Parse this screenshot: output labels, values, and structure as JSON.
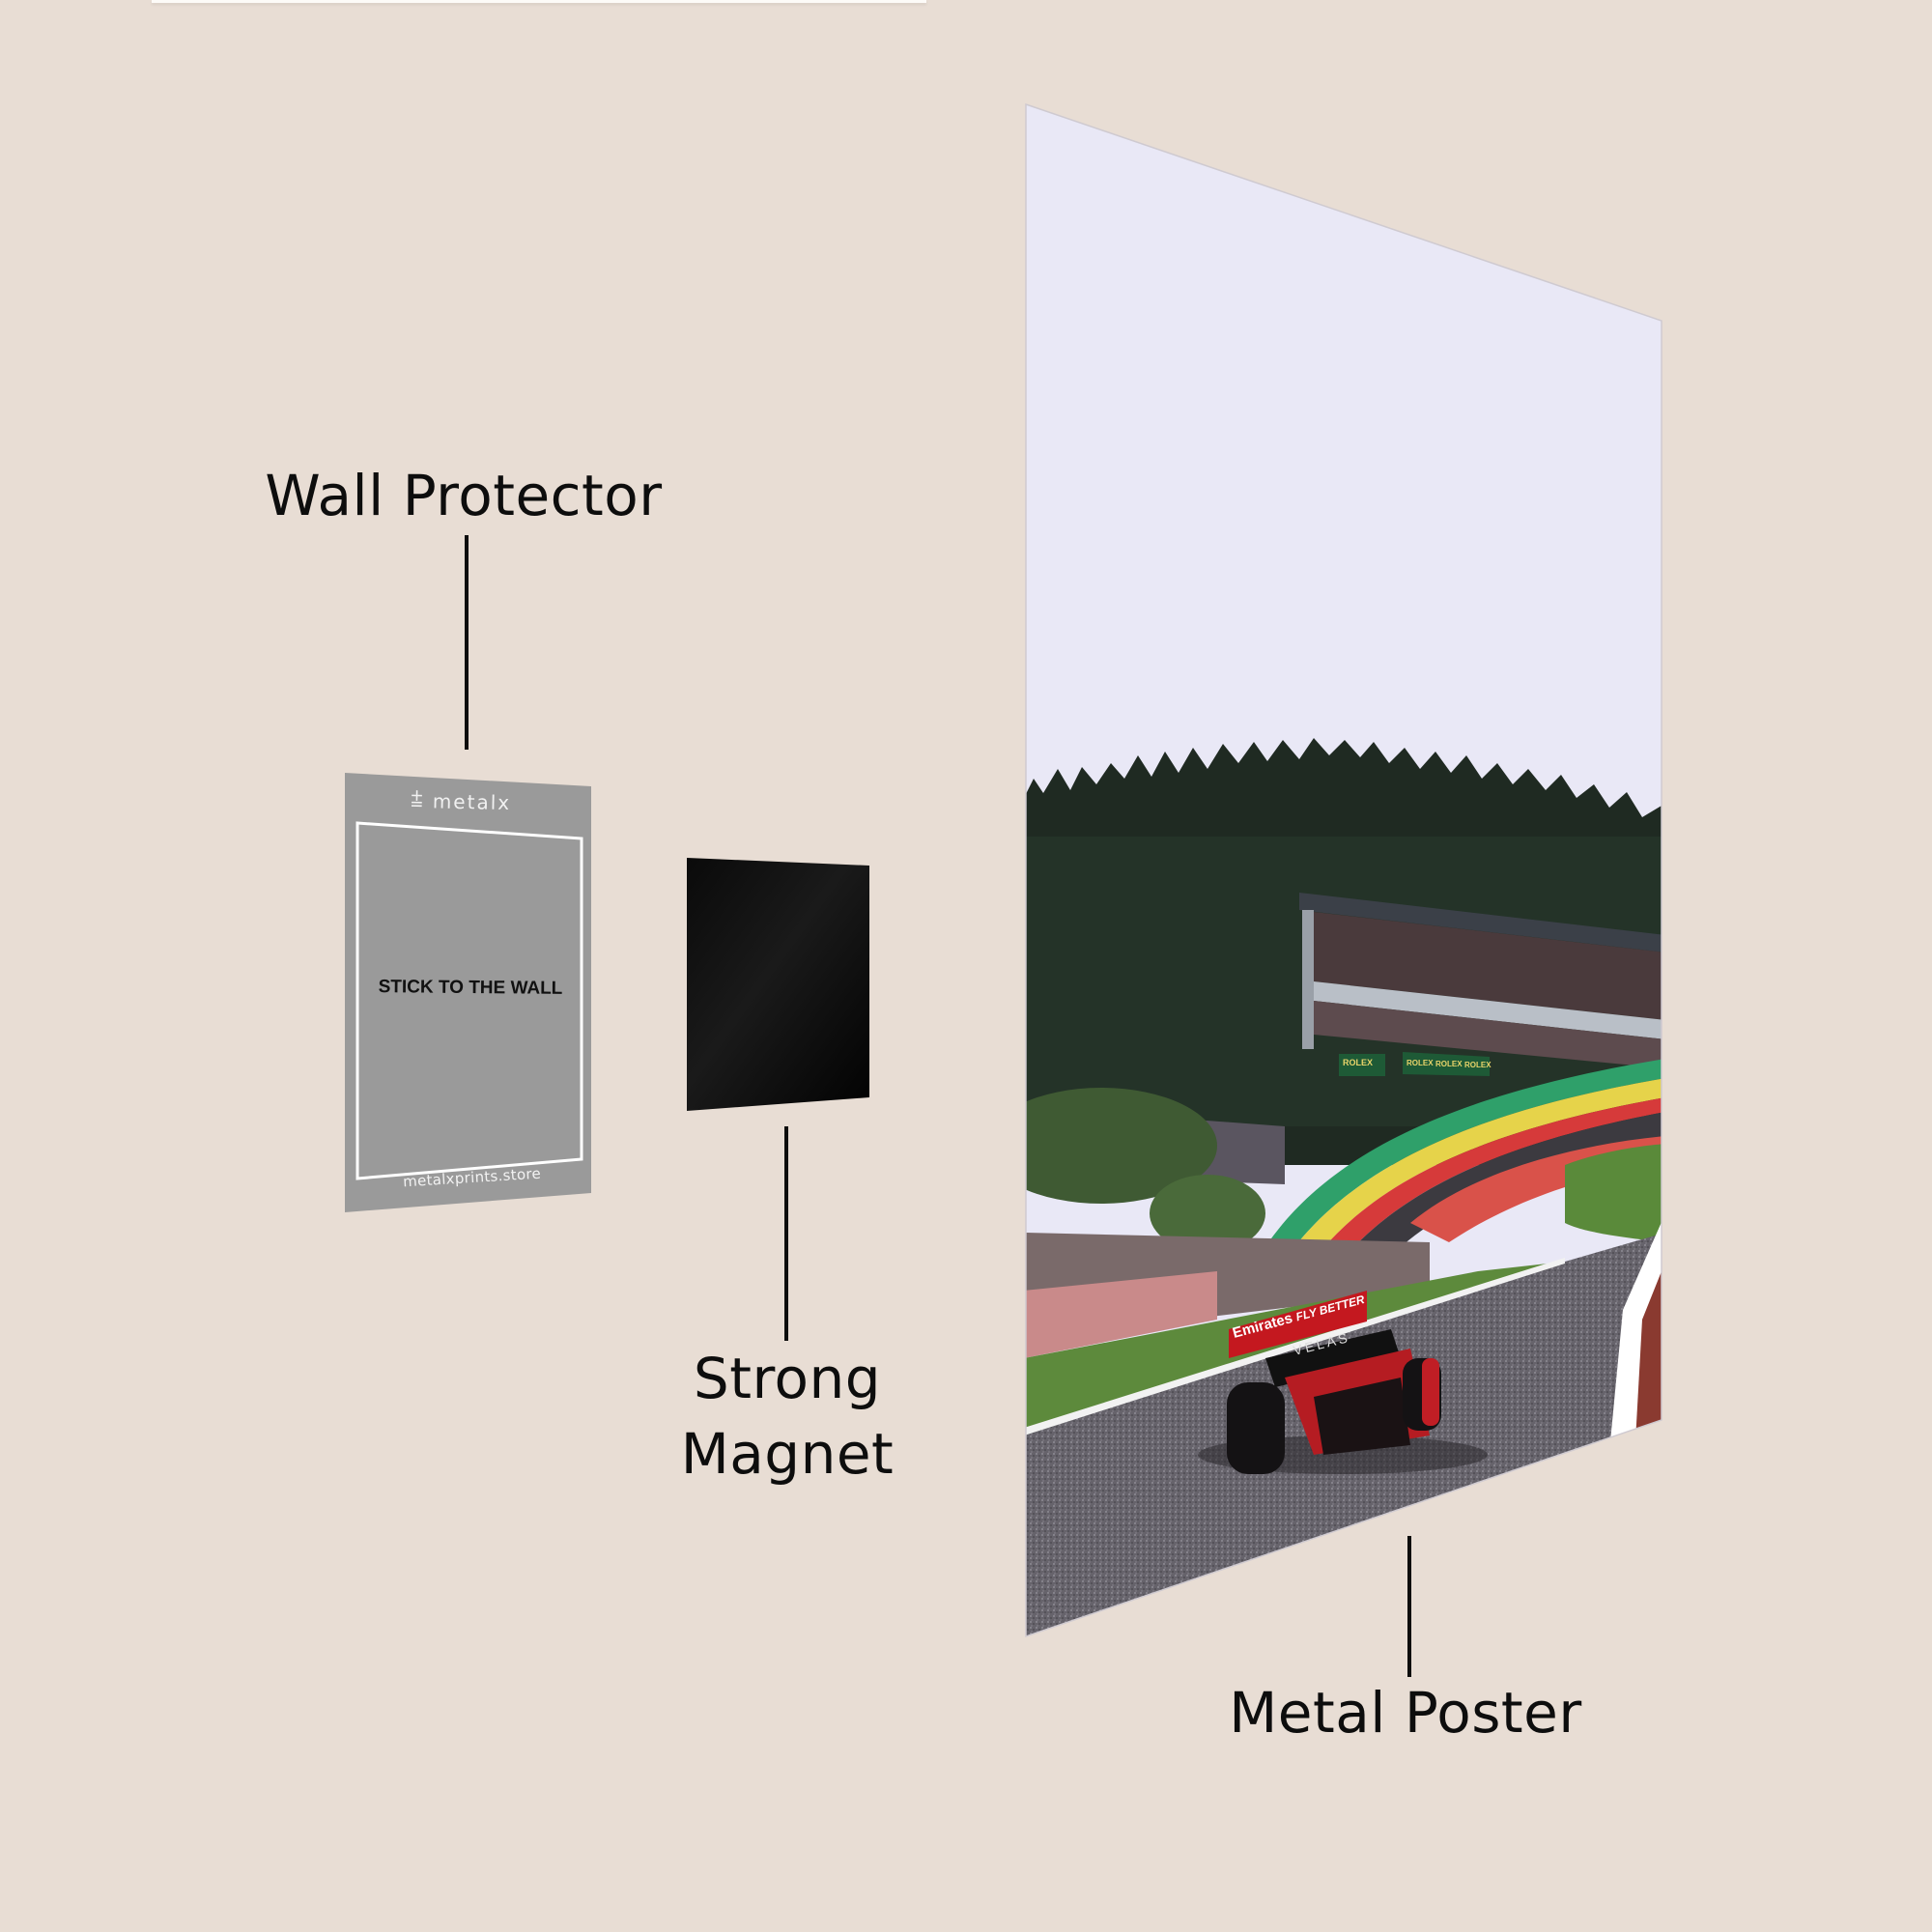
{
  "background_color": "#e8ddd4",
  "components": {
    "wall_protector": {
      "label": "Wall Protector",
      "card": {
        "brand": "metalx",
        "brand_icon": "metalx-logo-mark",
        "instruction": "STICK TO THE WALL",
        "website": "metalxprints.store",
        "card_color": "#9a9a9a",
        "border_color": "#ffffff"
      }
    },
    "magnet": {
      "label_line1": "Strong",
      "label_line2": "Magnet",
      "color": "#050505"
    },
    "poster": {
      "label": "Metal Poster",
      "scene": {
        "sky_color": "#e9e8f6",
        "banner_text": "Emirates",
        "banner_slogan": "FLY BETTER",
        "rear_wing_text": "VELAS",
        "grandstand_signs": [
          "ROLEX",
          "ROLEX",
          "ROLEX",
          "ROLEX"
        ]
      }
    }
  }
}
